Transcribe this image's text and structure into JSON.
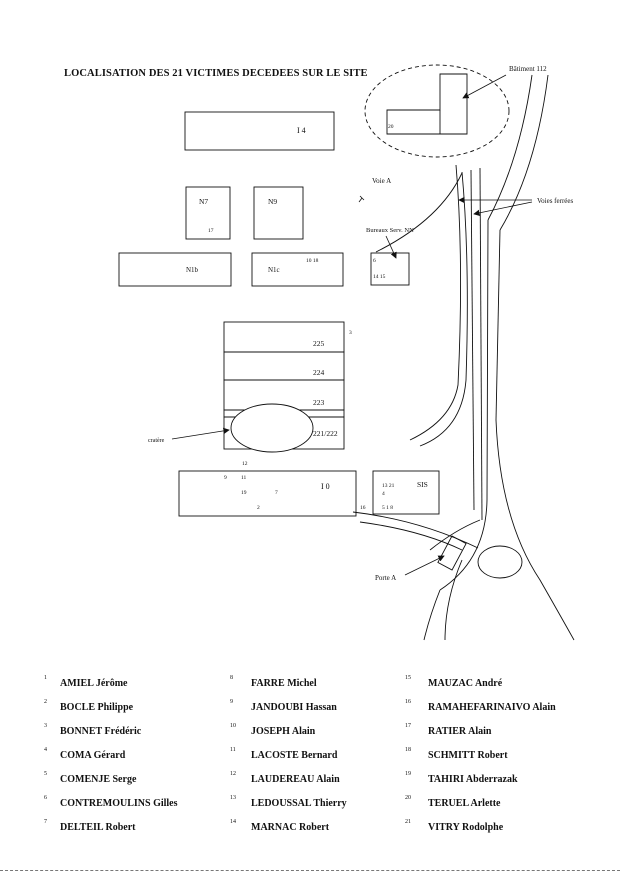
{
  "title": "LOCALISATION DES 21 VICTIMES DECEDEES SUR LE SITE",
  "map": {
    "buildings": {
      "i4": "I 4",
      "n7": "N7",
      "n9": "N9",
      "n1b": "N1b",
      "n1c": "N1c",
      "b225": "225",
      "b224": "224",
      "b223": "223",
      "b221": "221/222",
      "i0": "I 0",
      "sis": "SIS"
    },
    "labels": {
      "batiment112": "Bâtiment 112",
      "voie_a": "Voie A",
      "voies_ferrees": "Voies ferrées",
      "bureaux": "Bureaux Serv. NN",
      "cratere": "cratère",
      "porte_a": "Porte A"
    },
    "victim_marks": {
      "m20": "20",
      "m17": "17",
      "m10_18": "10  18",
      "m6": "6",
      "m14_15": "14   15",
      "m3": "3",
      "m12": "12",
      "m9": "9",
      "m11": "11",
      "m19": "19",
      "m7": "7",
      "m2": "2",
      "m13_21": "13   21",
      "m4": "4",
      "m16": "16",
      "m5_1_8": "5  1  8"
    }
  },
  "victims": [
    {
      "num": "1",
      "name": "AMIEL Jérôme"
    },
    {
      "num": "2",
      "name": "BOCLE Philippe"
    },
    {
      "num": "3",
      "name": "BONNET Frédéric"
    },
    {
      "num": "4",
      "name": "COMA Gérard"
    },
    {
      "num": "5",
      "name": "COMENJE Serge"
    },
    {
      "num": "6",
      "name": "CONTREMOULINS Gilles"
    },
    {
      "num": "7",
      "name": "DELTEIL Robert"
    },
    {
      "num": "8",
      "name": "FARRE Michel"
    },
    {
      "num": "9",
      "name": "JANDOUBI Hassan"
    },
    {
      "num": "10",
      "name": "JOSEPH Alain"
    },
    {
      "num": "11",
      "name": "LACOSTE Bernard"
    },
    {
      "num": "12",
      "name": "LAUDEREAU Alain"
    },
    {
      "num": "13",
      "name": "LEDOUSSAL Thierry"
    },
    {
      "num": "14",
      "name": "MARNAC Robert"
    },
    {
      "num": "15",
      "name": "MAUZAC André"
    },
    {
      "num": "16",
      "name": "RAMAHEFARINAIVO Alain"
    },
    {
      "num": "17",
      "name": "RATIER Alain"
    },
    {
      "num": "18",
      "name": "SCHMITT Robert"
    },
    {
      "num": "19",
      "name": "TAHIRI Abderrazak"
    },
    {
      "num": "20",
      "name": "TERUEL Arlette"
    },
    {
      "num": "21",
      "name": "VITRY Rodolphe"
    }
  ]
}
